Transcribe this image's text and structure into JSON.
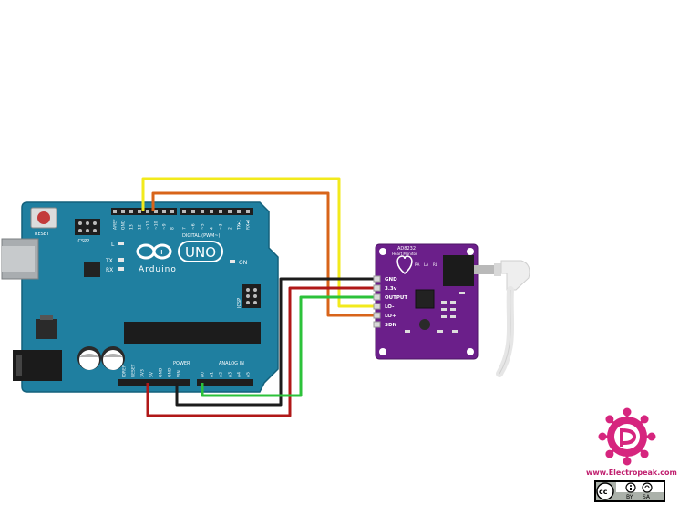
{
  "arduino": {
    "reset_label": "RESET",
    "icsp2_label": "ICSP2",
    "icsp_label": "ICSP",
    "logo_text": "Arduino",
    "uno_text": "UNO",
    "on_label": "ON",
    "digital_label": "DIGITAL (PWM~)",
    "power_label": "POWER",
    "analog_label": "ANALOG IN",
    "led_labels": [
      "L",
      "TX",
      "RX"
    ],
    "digital_pins": [
      "AREF",
      "GND",
      "13",
      "12",
      "~11",
      "~10",
      "~9",
      "8",
      "7",
      "~6",
      "~5",
      "4",
      "~3",
      "2",
      "TX▸1",
      "RX◂0"
    ],
    "power_pins": [
      "IOREF",
      "RESET",
      "3V3",
      "5V",
      "GND",
      "GND",
      "VIN"
    ],
    "analog_pins": [
      "A0",
      "A1",
      "A2",
      "A3",
      "A4",
      "A5"
    ]
  },
  "sensor": {
    "title": "AD8232",
    "subtitle": "Heart Monitor",
    "pins": [
      "GND",
      "3.3v",
      "OUTPUT",
      "LO-",
      "LO+",
      "SDN"
    ],
    "corner_labels": [
      "RA",
      "LA",
      "RL"
    ]
  },
  "wires": [
    {
      "name": "yellow",
      "color": "#f2ea1c"
    },
    {
      "name": "orange",
      "color": "#d8641a"
    },
    {
      "name": "black",
      "color": "#1c1c1c"
    },
    {
      "name": "red",
      "color": "#b01818"
    },
    {
      "name": "green",
      "color": "#2cc23a"
    }
  ],
  "brand": {
    "url": "www.Electropeak.com",
    "logo_color": "#d6257e",
    "license": [
      "BY",
      "SA"
    ]
  },
  "colors": {
    "board": "#1f7fa0",
    "sensor": "#6b1f8a",
    "header": "#1e1e1e"
  }
}
